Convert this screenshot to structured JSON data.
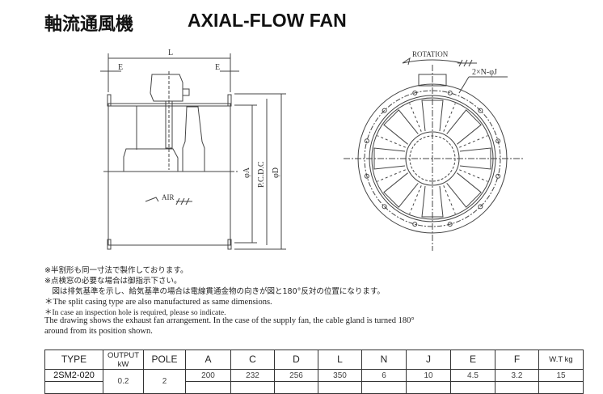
{
  "header": {
    "title_jp": "軸流通風機",
    "title_en": "AXIAL-FLOW FAN"
  },
  "drawing_labels": {
    "L": "L",
    "E": "E",
    "phiA": "φA",
    "pcd": "P.C.D.C",
    "phiD": "φD",
    "air": "AIR",
    "rotation": "ROTATION",
    "holes": "2×N-φJ"
  },
  "notes": [
    "※半割形も同一寸法で製作しております。",
    "※点検窓の必要な場合は御指示下さい。",
    "　図は排気基準を示し、給気基準の場合は電線貫通金物の向きが図と180°反対の位置になります。",
    "＊The split casing type are also manufactured as same dimensions.",
    "＊In case an inspection hole is required, please so indicate.",
    "The drawing shows the exhaust fan arrangement. In the case of the supply fan, the cable gland is turned 180°",
    " around from its position shown."
  ],
  "table": {
    "headers": [
      "TYPE",
      "OUTPUT kW",
      "POLE",
      "A",
      "C",
      "D",
      "L",
      "N",
      "J",
      "E",
      "F",
      "W.T kg"
    ],
    "rows": [
      {
        "type": "2SM2-020",
        "output": "0.2",
        "pole": "2",
        "A": "200",
        "C": "232",
        "D": "256",
        "L": "350",
        "N": "6",
        "J": "10",
        "E": "4.5",
        "F": "3.2",
        "wt": "15"
      }
    ]
  }
}
